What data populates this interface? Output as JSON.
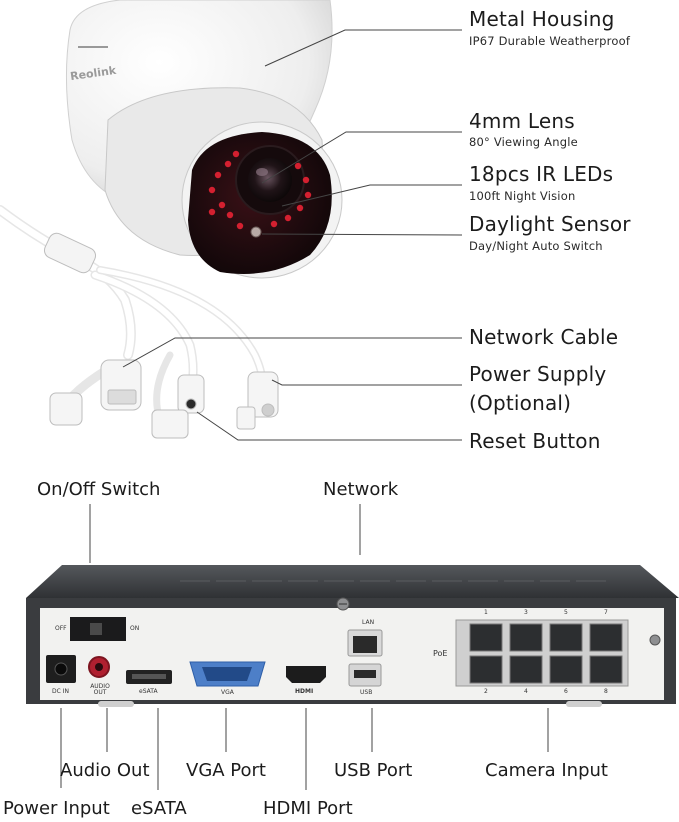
{
  "camera_callouts": {
    "metal_housing": {
      "title": "Metal Housing",
      "subtitle": "IP67 Durable Weatherproof"
    },
    "lens": {
      "title": "4mm Lens",
      "subtitle": "80° Viewing Angle"
    },
    "ir_leds": {
      "title": "18pcs IR LEDs",
      "subtitle": "100ft Night Vision"
    },
    "daylight_sensor": {
      "title": "Daylight Sensor",
      "subtitle": "Day/Night Auto Switch"
    },
    "network_cable": {
      "title": "Network Cable"
    },
    "power_supply": {
      "title": "Power Supply",
      "title_line2": "(Optional)"
    },
    "reset_button": {
      "title": "Reset Button"
    }
  },
  "camera_logo": "Reolink",
  "nvr_callouts": {
    "on_off_switch": "On/Off Switch",
    "network": "Network",
    "audio_out": "Audio Out",
    "vga_port": "VGA Port",
    "usb_port": "USB Port",
    "camera_input": "Camera Input",
    "power_input": "Power Input",
    "esata": "eSATA",
    "hdmi_port": "HDMI Port"
  },
  "nvr_panel": {
    "off": "OFF",
    "on": "ON",
    "dc_in": "DC IN",
    "audio_out": "AUDIO OUT",
    "esata": "eSATA",
    "vga": "VGA",
    "hdmi": "HDMI",
    "lan": "LAN",
    "usb": "USB",
    "poe": "PoE",
    "poe_ports_top": [
      "1",
      "3",
      "5",
      "7"
    ],
    "poe_ports_bottom": [
      "2",
      "4",
      "6",
      "8"
    ]
  },
  "colors": {
    "ir_led": "#d42030",
    "nvr_body": "#3a3c3f",
    "nvr_panel": "#f2f2f0",
    "leader_line": "#444444"
  }
}
